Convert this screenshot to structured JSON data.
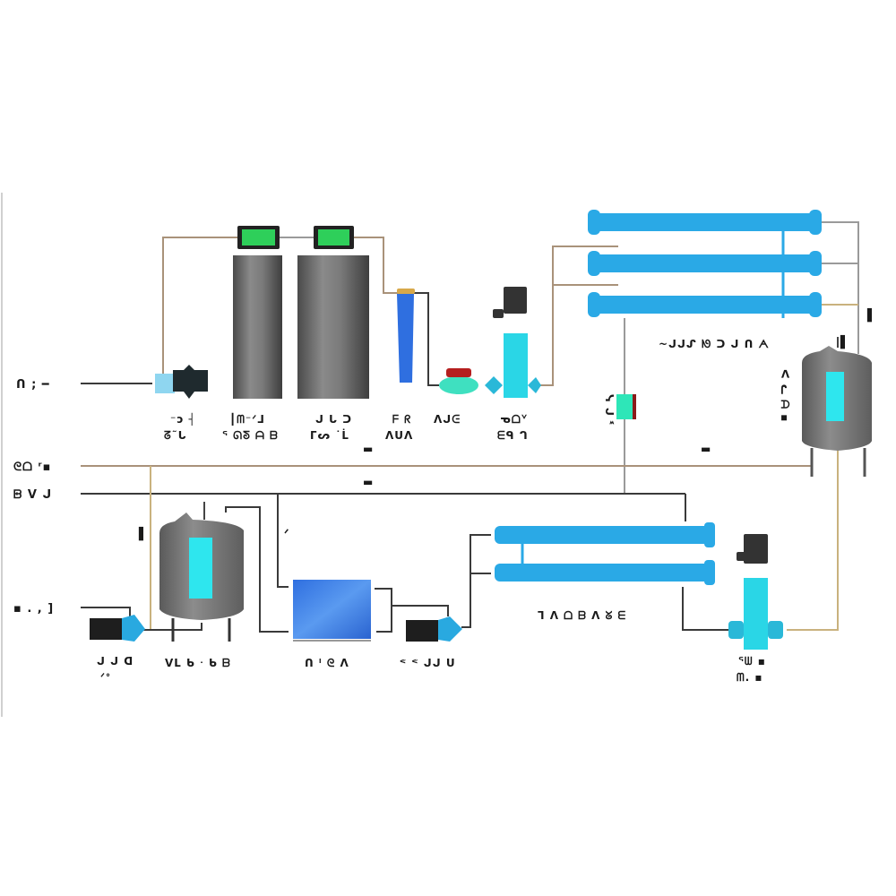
{
  "diagram": {
    "title": "",
    "colors": {
      "background": "#ffffff",
      "tank_grey": "#707070",
      "sight_glass": "#2ee6ee",
      "membrane_blue": "#2aa9e6",
      "filter_blue": "#2f6fe0",
      "display_green": "#2ecf5a",
      "pump_black": "#1e1e1e",
      "pipe_brown": "#a9927a",
      "pipe_dark": "#3a3a3a"
    },
    "line_labels": {
      "raw_water_in": "ᑎ ; ━",
      "product_out": "ᘓᗝ ʳ▪",
      "drain_out": "ᗸ ᐯ ᒍ",
      "chemical_in": "▪ . , ]"
    },
    "equipment": {
      "raw_pump": {
        "label_line1": "⁻ɔ ┤",
        "label_line2": "ᘔ˜ᒐ",
        "icon": "pump-icon"
      },
      "sand_filter": {
        "label_line1": "┃ᗰ⁻ᐟᒧ",
        "label_line2": "ᕐ ᘏᘕ ᗩ ᗷ",
        "icon": "filter-tank-icon"
      },
      "carbon_filter": {
        "label_line1": "ᒍ ᒐ ᑐ",
        "label_line2": "ᒥᔕ ˙ᒫ",
        "icon": "filter-tank-icon"
      },
      "security_filter": {
        "label_line1": "ᖴ ᖇ",
        "label_line2": "ᐱᑌᐱ",
        "icon": "cartridge-filter-icon"
      },
      "flowmeter": {
        "label_line1": "ᐱᒍᕮ",
        "label_line2": "",
        "icon": "flowmeter-icon"
      },
      "high_pressure_pump": {
        "label_line1": "ᓀᗝᘁ",
        "label_line2": "ᗴᑫ ᒉ",
        "icon": "vertical-pump-icon"
      },
      "ro_membranes": {
        "label": "~ᒍᒍᔑ ᘚ ᑐ ᒍ ᑎ ᗅ",
        "count": 3,
        "icon": "membrane-vessel-icon"
      },
      "ro_water_tank": {
        "label_vertical": "ᐸ ᓚ ᗩ ▪",
        "icon": "stainless-tank-icon"
      },
      "valve": {
        "label_vertical": "ᓭ ᒍ ᓫ",
        "icon": "valve-icon"
      },
      "dosing_pump": {
        "label_line1": "ᒍ ᒍ ᗡ",
        "label_line2": "ᐟᐤ",
        "icon": "pump-icon"
      },
      "intermediate_tank": {
        "label_line1": "ᐯᒪ ᑲ ᐧ ᑲ ᗷ",
        "label_line2": "",
        "icon": "stainless-tank-icon"
      },
      "edi_module": {
        "label_line1": "ᑎ ᑊ ᘓ ᐱ",
        "label_line2": "",
        "icon": "edi-module-icon"
      },
      "booster_pump": {
        "label_line1": "ᕝ ᕝ ᒍᒍ ᑌ",
        "label_line2": "",
        "icon": "pump-icon"
      },
      "second_pass_membranes": {
        "label": "ᒣ ᐱ ᗝ ᗷ ᐱ ᘜ ᗴ",
        "count": 2,
        "icon": "membrane-vessel-icon"
      },
      "final_pump": {
        "label_line1": "ᕐᗯ ▪",
        "label_line2": "ᗰ. ▪",
        "icon": "vertical-pump-icon"
      }
    },
    "tags": {
      "tag_a": "▌",
      "tag_b": "▌",
      "tag_c": "▌",
      "tag_d": "ᐟ",
      "tag_e": "▬",
      "tag_f": "▬",
      "tag_g": "▬"
    }
  }
}
